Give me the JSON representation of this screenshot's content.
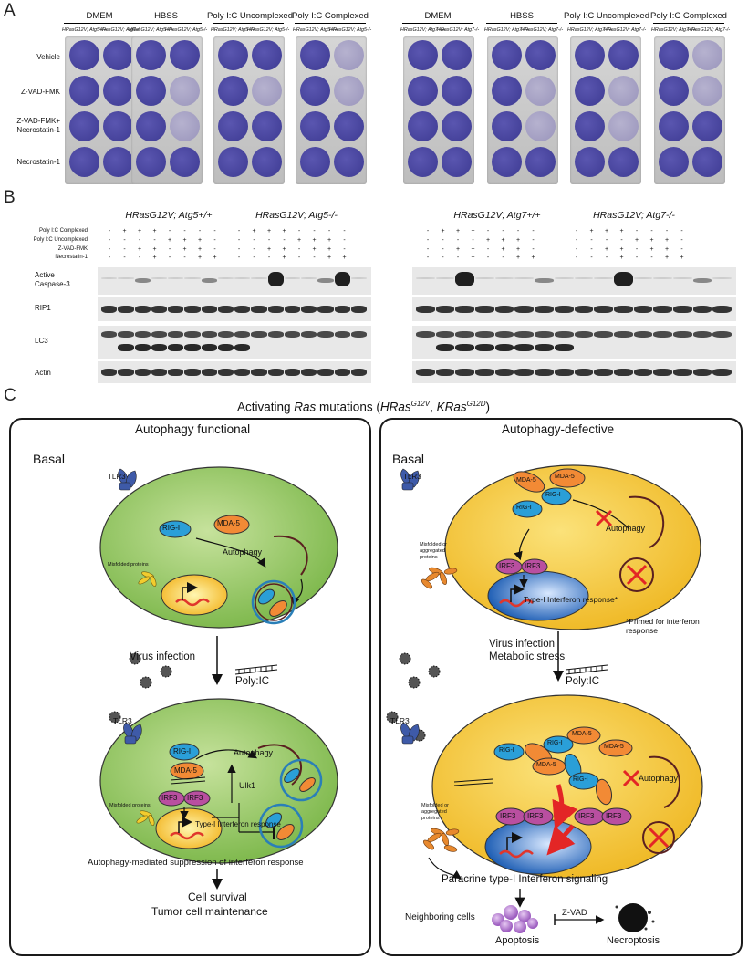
{
  "panel_letters": {
    "a": "A",
    "b": "B",
    "c": "C"
  },
  "panel_a": {
    "groups": [
      "DMEM",
      "HBSS",
      "Poly I:C Uncomplexed",
      "Poly I:C Complexed",
      "DMEM",
      "HBSS",
      "Poly I:C Uncomplexed",
      "Poly I:C Complexed"
    ],
    "genotypes_atg5": [
      "HRasG12V; Atg5+/+",
      "HRasG12V; Atg5-/-"
    ],
    "genotypes_atg7": [
      "HRasG12V; Atg7+/+",
      "HRasG12V; Atg7-/-"
    ],
    "rows": [
      "Vehicle",
      "Z-VAD-FMK",
      "Z-VAD-FMK+ Necrostatin-1",
      "Necrostatin-1"
    ],
    "stain_color": "#5a56b0",
    "faded_color": "#b6b2cf"
  },
  "panel_b": {
    "titles": [
      "HRasG12V; Atg5+/+",
      "HRasG12V; Atg5-/-",
      "HRasG12V; Atg7+/+",
      "HRasG12V; Atg7-/-"
    ],
    "treatments": [
      "Poly I:C Complexed",
      "Poly I:C Uncomplexed",
      "Z-VAD-FMK",
      "Necrostatin-1"
    ],
    "signs": [
      [
        "-",
        "+",
        "+",
        "+",
        "-",
        "-",
        "-",
        "-"
      ],
      [
        "-",
        "-",
        "-",
        "-",
        "+",
        "+",
        "+",
        "-"
      ],
      [
        "-",
        "-",
        "+",
        "+",
        "-",
        "+",
        "+",
        "-"
      ],
      [
        "-",
        "-",
        "-",
        "+",
        "-",
        "-",
        "+",
        "+"
      ]
    ],
    "blots": [
      "Active Caspase-3",
      "RIP1",
      "LC3",
      "Actin"
    ]
  },
  "panel_c": {
    "title_pre": "Activating ",
    "title_ras": "Ras",
    "title_mid": " mutations (",
    "title_hras": "HRas",
    "title_hras_sup": "G12V",
    "title_comma": ", ",
    "title_kras": "KRas",
    "title_kras_sup": "G12D",
    "title_end": ")",
    "left": {
      "heading": "Autophagy functional",
      "basal": "Basal",
      "tlr3": "TLR3",
      "rigi": "RIG-I",
      "mda5": "MDA-5",
      "autophagy": "Autophagy",
      "misfolded": "Misfolded proteins",
      "virus": "Virus infection",
      "polyic": "Poly:IC",
      "ulk1": "Ulk1",
      "irf3": "IRF3",
      "ifn": "Type-I Interferon response",
      "suppression": "Autophagy-mediated suppression of interferon response",
      "survival": "Cell survival",
      "maintenance": "Tumor cell maintenance"
    },
    "right": {
      "heading": "Autophagy-defective",
      "basal": "Basal",
      "tlr3": "TLR3",
      "rigi": "RIG-I",
      "mda5": "MDA-5",
      "autophagy": "Autophagy",
      "misfolded": "Misfolded or aggregated proteins",
      "irf3": "IRF3",
      "ifn": "Type-I Interferon response*",
      "primed": "*Primed for interferon response",
      "virus": "Virus infection",
      "stress": "Metabolic stress",
      "polyic": "Poly:IC",
      "paracrine": "Paracrine type-I Interferon signaling",
      "neighboring": "Neighboring cells",
      "zvad": "Z-VAD",
      "apoptosis": "Apoptosis",
      "necroptosis": "Necroptosis"
    },
    "colors": {
      "green": "#8dc25a",
      "yellow": "#f2c431",
      "blue": "#2a9fd8",
      "orange": "#f28a35",
      "purple": "#b94fa0",
      "red": "#e32626",
      "nucleus": "#1f63b7"
    }
  }
}
